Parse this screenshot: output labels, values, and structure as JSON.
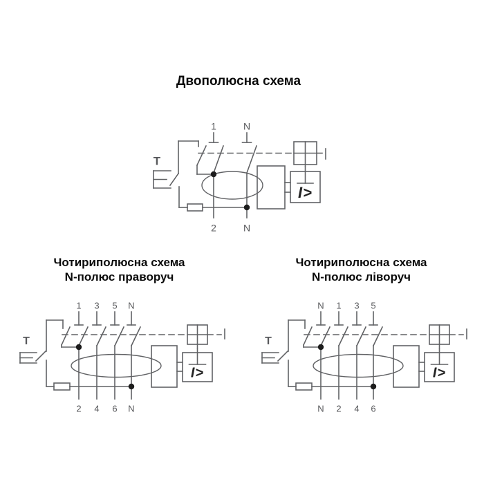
{
  "page": {
    "background": "#ffffff"
  },
  "colors": {
    "line": "#616265",
    "label": "#58595c",
    "title": "#0a0a0a",
    "junction": "#1c1c1c",
    "relay_text": "#232323"
  },
  "titles": {
    "two_pole": "Двополюсна схема",
    "four_pole_n_right": {
      "line1": "Чотириполюсна схема",
      "line2": "N-полюс праворуч"
    },
    "four_pole_n_left": {
      "line1": "Чотириполюсна схема",
      "line2": "N-полюс ліворуч"
    }
  },
  "diagrams": {
    "two_pole": {
      "top_terminals": [
        "1",
        "N"
      ],
      "bottom_terminals": [
        "2",
        "N"
      ],
      "test_label": "T",
      "relay_label": "I>"
    },
    "four_pole_n_right": {
      "top_terminals": [
        "1",
        "3",
        "5",
        "N"
      ],
      "bottom_terminals": [
        "2",
        "4",
        "6",
        "N"
      ],
      "test_label": "T",
      "relay_label": "I>"
    },
    "four_pole_n_left": {
      "top_terminals": [
        "N",
        "1",
        "3",
        "5"
      ],
      "bottom_terminals": [
        "N",
        "2",
        "4",
        "6"
      ],
      "test_label": "T",
      "relay_label": "I>"
    }
  }
}
